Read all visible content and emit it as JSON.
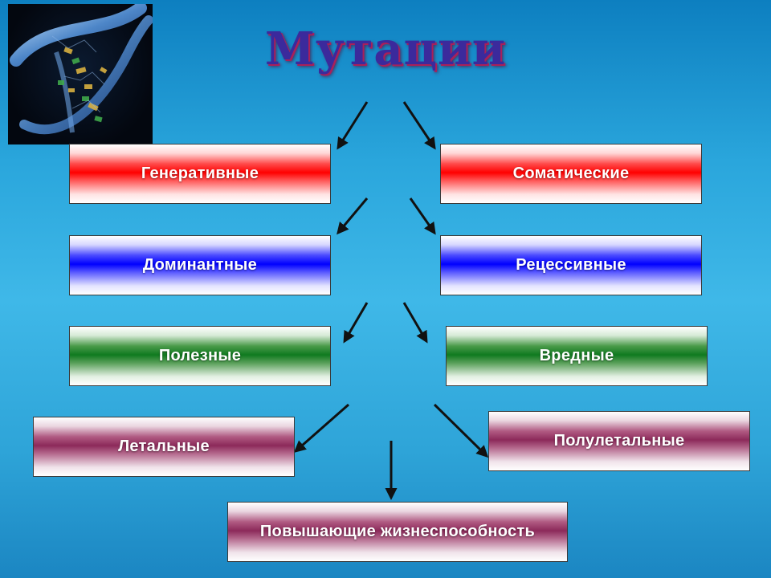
{
  "title": "Мутации",
  "boxes": {
    "generative": "Генеративные",
    "somatic": "Соматические",
    "dominant": "Доминантные",
    "recessive": "Рецессивные",
    "useful": "Полезные",
    "harmful": "Вредные",
    "lethal": "Летальные",
    "semilethal": "Полулетальные",
    "viability": "Повышающие жизнеспособность"
  },
  "colors": {
    "row1": "#ff0000",
    "row2": "#0000ff",
    "row3": "#0f7a1f",
    "row4": "#8c2a5a",
    "title": "#3b2a9c",
    "background": "#3fb8e8"
  },
  "image": "dna-helix-illustration"
}
